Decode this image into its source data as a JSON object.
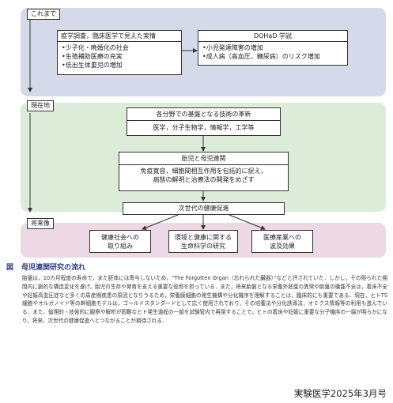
{
  "past": {
    "tag": "これまで",
    "left_box": {
      "title": "疫学調査，臨床医学で見えた実情",
      "items": [
        "•少子化・晩婚化の社会",
        "•生殖補助医療の充実",
        "•低出生体重児の増加"
      ]
    },
    "right_box": {
      "title": "DOHaD 学説",
      "items": [
        "•小児発達障害の増加",
        "•成人病（高血圧，糖尿病）のリスク増加"
      ]
    }
  },
  "present": {
    "tag": "現在地",
    "tech_box": {
      "title": "各分野での基盤となる技術の革新",
      "body": "医学，分子生物学，情報学，工学等"
    },
    "collab_box": {
      "title": "胎児と母児連関",
      "body_lines": [
        "免疫寛容，細胞間相互作用を包括的に捉え，",
        "病態の解明と治療法の開発をめざす"
      ]
    }
  },
  "future": {
    "tag": "将来像",
    "promo_box": "次世代の健康促進",
    "outcomes": [
      {
        "line1": "健康社会への",
        "line2": "取り組み"
      },
      {
        "line1": "環境と健康に関する",
        "line2": "生命科学の研究"
      },
      {
        "line1": "医療産業への",
        "line2": "波及効果"
      }
    ]
  },
  "caption": {
    "label": "図",
    "title": "母児連関研究の流れ",
    "body": "胎盤は，10カ月程度の寿命で，また胚体には寄与しないため，“The Forgotten Organ（忘れられた臓器）”などと評されていた．しかし，その限られた期間内に劇的な構造変化を遂げ，胎児の生存や発育を支える重要な役割を担っている．また，将来胎盤となる栄養外胚葉の異常や胎盤の機能不全は，着床不全や妊娠高血圧症など多くの周産期疾患の原因となりうるため，栄養膜細胞の発生機構や分化機序を理解することは，臨床的にも重要である．現在，ヒトTS細胞やオルガノイド等の幹細胞モデルは，ゴールドスタンダードとして広く使用されており，その培養法や分化誘導法，オミクス情報等の利用も進んでいる．また，倫理的・技術的に観察や解析が困難なヒト発生過程の一部を試験管内で再現することで，ヒトの着床や妊娠に重要な分子機序の一端が明らかになり，将来，次世代の健康促進へとつながることが期待される．"
  },
  "source": "実験医学2025年3月号",
  "colors": {
    "past_band": "#d6d9e9",
    "present_band": "#dcecd9",
    "future_band": "#ecd9e3",
    "caption_title": "#2b3a86"
  }
}
